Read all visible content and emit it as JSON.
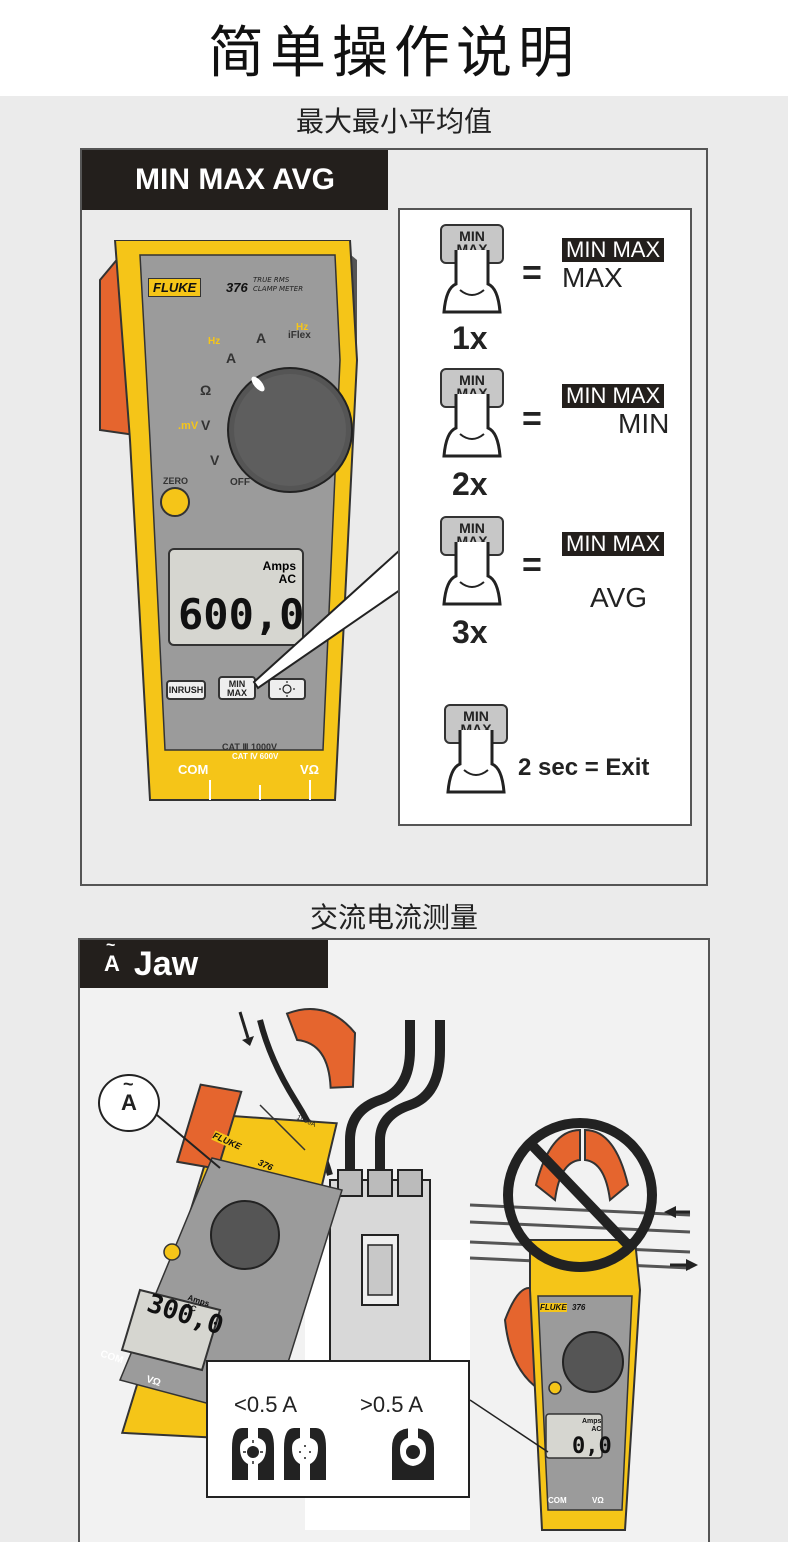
{
  "page_title": "简单操作说明",
  "section1": {
    "heading": "最大最小平均值",
    "header_label": "MIN MAX AVG",
    "meter": {
      "brand": "FLUKE",
      "model": "376",
      "model_desc_line1": "TRUE RMS",
      "model_desc_line2": "CLAMP METER",
      "dial_hz_a": "Hz",
      "dial_a": "A",
      "dial_dc_a": "A",
      "dial_iflex": "iFlex",
      "dial_hz_iflex": "Hz",
      "dial_ohm": "Ω",
      "dial_mv": ".mV",
      "dial_v_dc": "V",
      "dial_v_ac": "V",
      "off_label": "OFF",
      "zero_label": "ZERO",
      "lcd_units_line1": "Amps",
      "lcd_units_line2": "AC",
      "lcd_reading": "600,0",
      "inrush_label": "INRUSH",
      "minmax_line1": "MIN",
      "minmax_line2": "MAX",
      "backlight_icon": "sun-icon",
      "cat_line1": "CAT Ⅲ 1000V",
      "cat_line2": "CAT Ⅳ 600V",
      "com_label": "COM",
      "vohm_label": "VΩ"
    },
    "steps": [
      {
        "count": "1x",
        "btn_line1": "MIN",
        "btn_line2": "MAX",
        "badge": "MIN MAX",
        "result": "MAX"
      },
      {
        "count": "2x",
        "btn_line1": "MIN",
        "btn_line2": "MAX",
        "badge": "MIN MAX",
        "result": "MIN"
      },
      {
        "count": "3x",
        "btn_line1": "MIN",
        "btn_line2": "MAX",
        "badge": "MIN MAX",
        "result": "AVG"
      }
    ],
    "exit": {
      "btn_line1": "MIN",
      "btn_line2": "MAX",
      "label": "2 sec = Exit"
    },
    "equals": "="
  },
  "section2": {
    "heading": "交流电流测量",
    "header_label": "Jaw",
    "header_symbol": "A",
    "function_symbol": "A",
    "meter1": {
      "brand": "FLUKE",
      "model": "376",
      "lcd_units_line1": "Amps",
      "lcd_units_line2": "AC",
      "lcd_reading": "300,0",
      "com_label": "COM",
      "vohm_label": "VΩ",
      "jaw_rating": "1000A"
    },
    "meter2": {
      "brand": "FLUKE",
      "model": "376",
      "lcd_units_line1": "Amps",
      "lcd_units_line2": "AC",
      "lcd_reading": "0,0",
      "com_label": "COM",
      "vohm_label": "VΩ"
    },
    "inset": {
      "less_label": "<0.5 A",
      "greater_label": ">0.5 A"
    }
  },
  "colors": {
    "fluke_yellow": "#f5c518",
    "jaw_orange": "#e5652e",
    "meter_grey": "#9b9b9b",
    "header_dark": "#231f1c"
  }
}
